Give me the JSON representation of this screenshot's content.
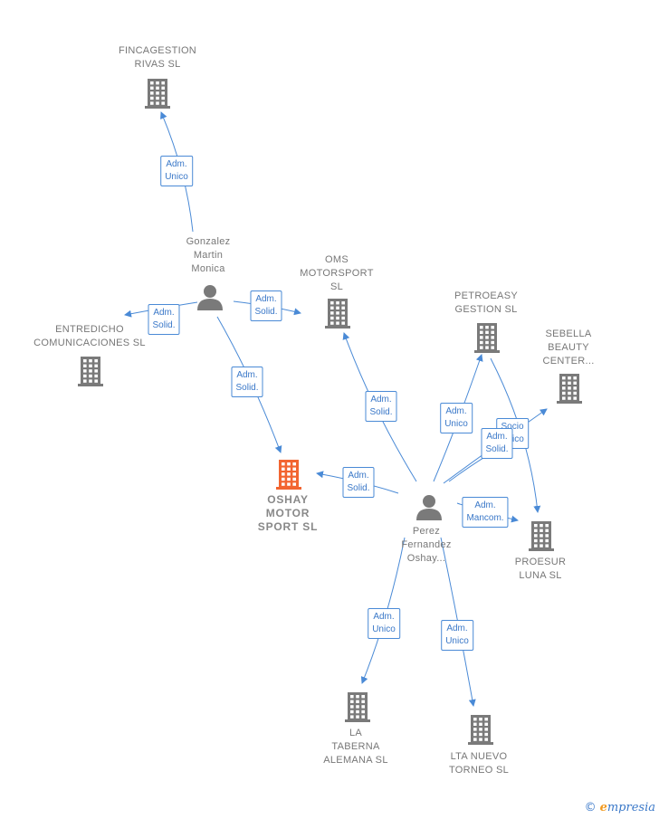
{
  "colors": {
    "edge": "#4a8ad6",
    "node_icon": "#7a7a7a",
    "main_icon": "#f26531",
    "edge_text": "#3a78c8",
    "label_text": "#777777"
  },
  "nodes": [
    {
      "id": "fincagestion",
      "type": "company",
      "icon": "building-icon",
      "label_lines": [
        "FINCAGESTION",
        "RIVAS  SL"
      ]
    },
    {
      "id": "gonzalez",
      "type": "person",
      "icon": "person-icon",
      "label_lines": [
        "Gonzalez",
        "Martin",
        "Monica"
      ]
    },
    {
      "id": "entredicho",
      "type": "company",
      "icon": "building-icon",
      "label_lines": [
        "ENTREDICHO",
        "COMUNICACIONES SL"
      ]
    },
    {
      "id": "oms",
      "type": "company",
      "icon": "building-icon",
      "label_lines": [
        "OMS",
        "MOTORSPORT",
        "SL"
      ]
    },
    {
      "id": "petroeasy",
      "type": "company",
      "icon": "building-icon",
      "label_lines": [
        "PETROEASY",
        "GESTION  SL"
      ]
    },
    {
      "id": "sebella",
      "type": "company",
      "icon": "building-icon",
      "label_lines": [
        "SEBELLA",
        "BEAUTY",
        "CENTER..."
      ]
    },
    {
      "id": "oshay",
      "type": "company-main",
      "icon": "building-icon",
      "label_lines": [
        "OSHAY",
        "MOTOR",
        "SPORT  SL"
      ]
    },
    {
      "id": "perez",
      "type": "person",
      "icon": "person-icon",
      "label_lines": [
        "Perez",
        "Fernandez",
        "Oshay..."
      ]
    },
    {
      "id": "proesur",
      "type": "company",
      "icon": "building-icon",
      "label_lines": [
        "PROESUR",
        "LUNA SL"
      ]
    },
    {
      "id": "taberna",
      "type": "company",
      "icon": "building-icon",
      "label_lines": [
        "LA",
        "TABERNA",
        "ALEMANA  SL"
      ]
    },
    {
      "id": "ltanuevo",
      "type": "company",
      "icon": "building-icon",
      "label_lines": [
        "LTA NUEVO",
        "TORNEO  SL"
      ]
    }
  ],
  "edges": [
    {
      "from": "gonzalez",
      "to": "fincagestion",
      "label_lines": [
        "Adm.",
        "Unico"
      ]
    },
    {
      "from": "gonzalez",
      "to": "entredicho",
      "label_lines": [
        "Adm.",
        "Solid."
      ]
    },
    {
      "from": "gonzalez",
      "to": "oms",
      "label_lines": [
        "Adm.",
        "Solid."
      ]
    },
    {
      "from": "gonzalez",
      "to": "oshay",
      "label_lines": [
        "Adm.",
        "Solid."
      ]
    },
    {
      "from": "perez",
      "to": "oms",
      "label_lines": [
        "Adm.",
        "Solid."
      ]
    },
    {
      "from": "perez",
      "to": "petroeasy",
      "label_lines": [
        "Adm.",
        "Unico"
      ]
    },
    {
      "from": "perez",
      "to": "sebella",
      "label_lines": [
        "Socio",
        "Único"
      ]
    },
    {
      "from": "perez",
      "to": "sebella",
      "label_lines": [
        "Adm.",
        "Solid."
      ]
    },
    {
      "from": "perez",
      "to": "oshay",
      "label_lines": [
        "Adm.",
        "Solid."
      ]
    },
    {
      "from": "perez",
      "to": "proesur",
      "label_lines": [
        "Adm.",
        "Mancom."
      ]
    },
    {
      "from": "petroeasy",
      "to": "proesur",
      "label_lines": []
    },
    {
      "from": "perez",
      "to": "taberna",
      "label_lines": [
        "Adm.",
        "Unico"
      ]
    },
    {
      "from": "perez",
      "to": "ltanuevo",
      "label_lines": [
        "Adm.",
        "Unico"
      ]
    }
  ],
  "footer": {
    "copyright_symbol": "©",
    "brand_initial": "e",
    "brand_rest": "mpresia"
  }
}
